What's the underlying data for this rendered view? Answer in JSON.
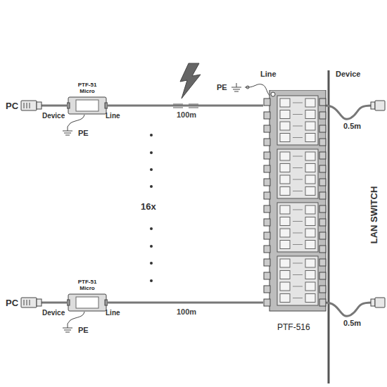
{
  "diagram": {
    "nodes": [
      {
        "text": [
          "PTF-51 Micro"
        ]
      },
      {
        "text": [
          "PTF-51 Micro"
        ]
      },
      {
        "text": [
          "PTF-516"
        ]
      }
    ],
    "edges": [
      {
        "from": 0,
        "to": 2,
        "arrow": "none",
        "label": "100m"
      },
      {
        "from": 1,
        "to": 2,
        "arrow": "none",
        "label": "100m"
      }
    ],
    "labels": [
      "PE",
      "Line",
      "Device",
      "PC",
      "Device",
      "Line",
      "PE",
      "0.5m",
      "16x",
      "LAN SWITCH",
      "PC",
      "Device",
      "Line",
      "PE",
      "0.5m"
    ]
  }
}
